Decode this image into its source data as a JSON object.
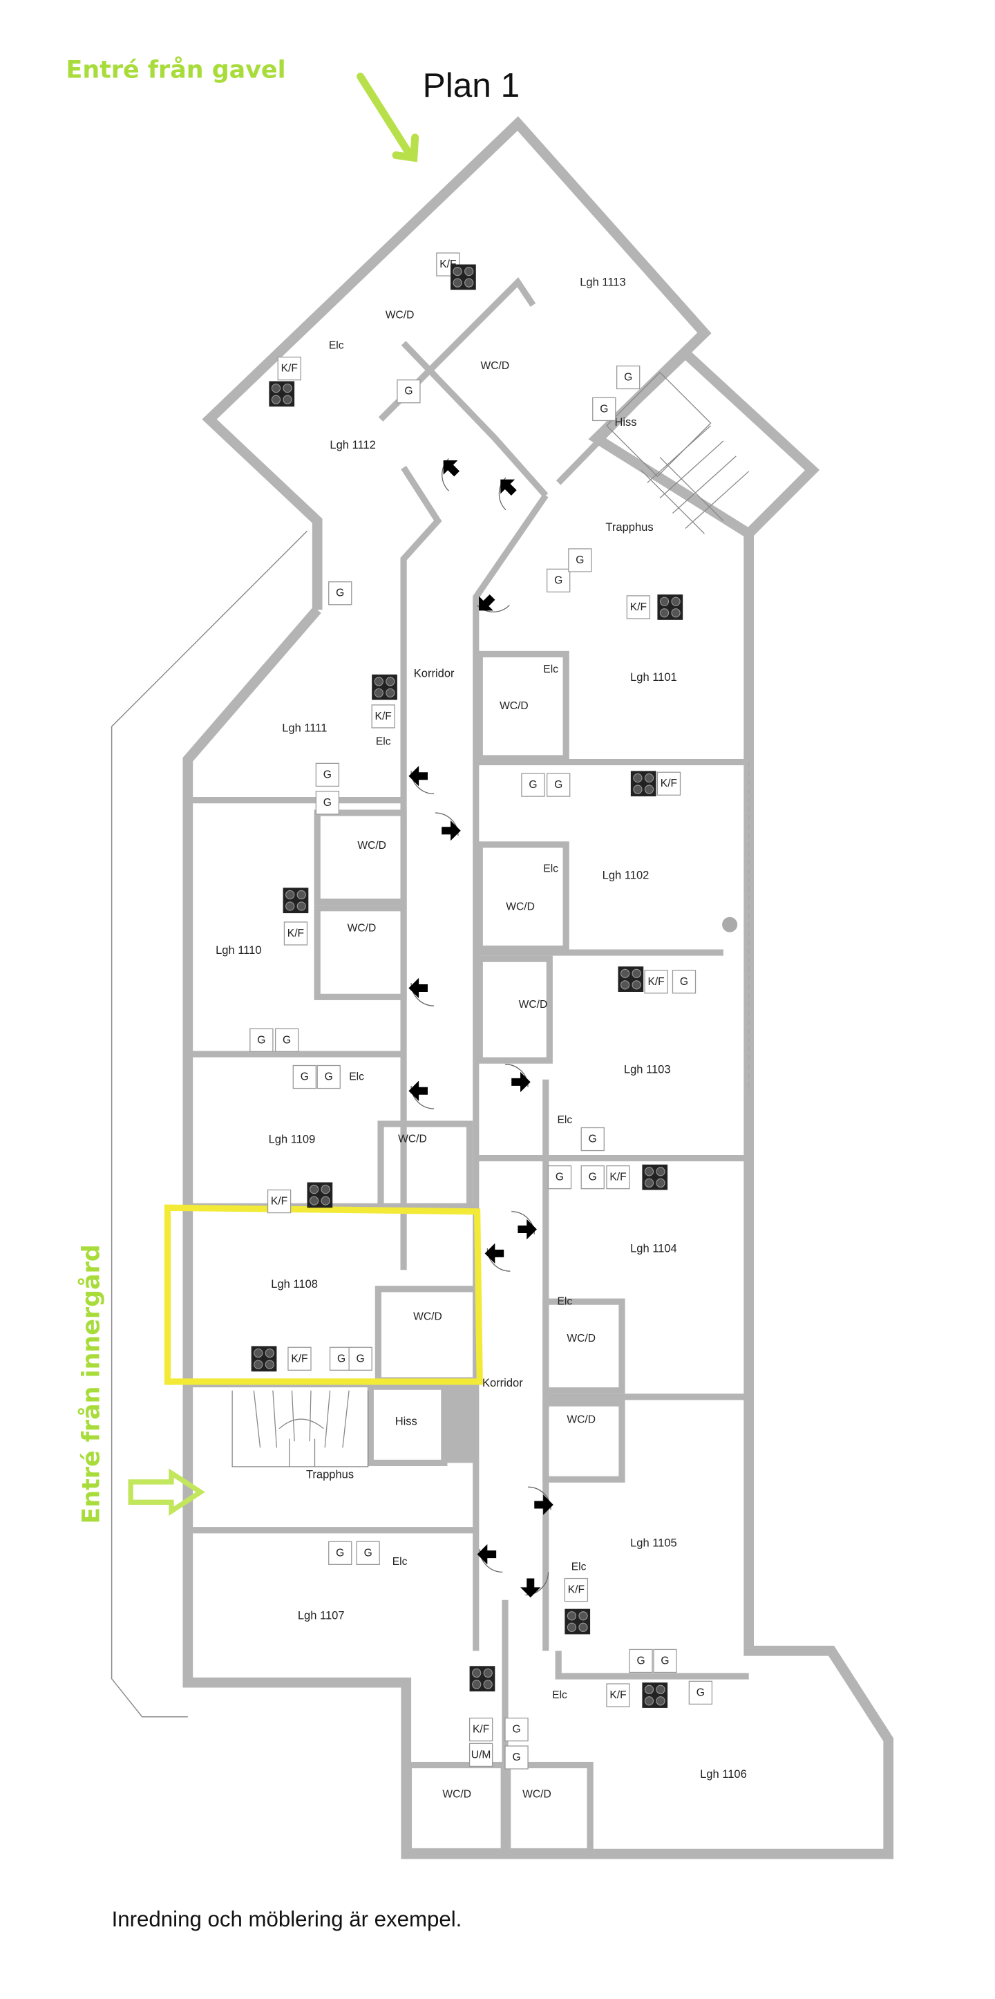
{
  "title": "Plan 1",
  "entrance_gable": "Entré från gavel",
  "entrance_courtyard": "Entré från innergård",
  "footnote": "Inredning och möblering är exempel.",
  "apartments": {
    "a1101": "Lgh 1101",
    "a1102": "Lgh 1102",
    "a1103": "Lgh 1103",
    "a1104": "Lgh 1104",
    "a1105": "Lgh 1105",
    "a1106": "Lgh 1106",
    "a1107": "Lgh 1107",
    "a1108": "Lgh 1108",
    "a1109": "Lgh 1109",
    "a1110": "Lgh 1110",
    "a1111": "Lgh 1111",
    "a1112": "Lgh 1112",
    "a1113": "Lgh 1113"
  },
  "common": {
    "corridor": "Korridor",
    "stairwell": "Trapphus",
    "elevator": "Hiss"
  },
  "labels": {
    "g": "G",
    "kf": "K/F",
    "wcd": "WC/D",
    "elc": "Elc",
    "um": "U/M"
  },
  "highlighted_apartment": "Lgh 1108",
  "colors": {
    "accent_green": "#a8dc3a",
    "highlight_yellow": "#f2ea36",
    "wall": "#b4b4b4"
  }
}
